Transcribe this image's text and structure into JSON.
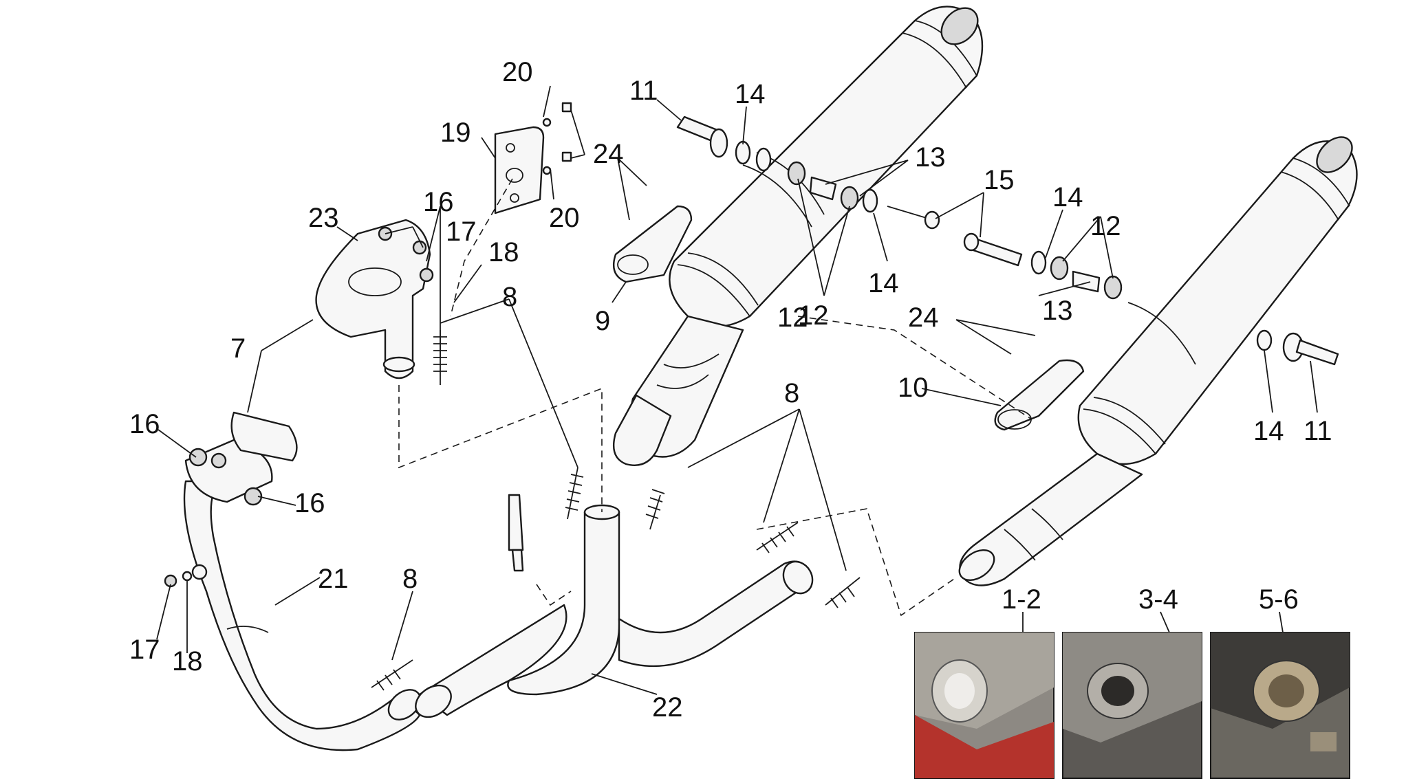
{
  "callouts": {
    "c1_2": "1-2",
    "c3_4": "3-4",
    "c5_6": "5-6",
    "c7": "7",
    "c8": "8",
    "c9": "9",
    "c10": "10",
    "c11": "11",
    "c12": "12",
    "c13": "13",
    "c14": "14",
    "c15": "15",
    "c16": "16",
    "c17": "17",
    "c18": "18",
    "c19": "19",
    "c20": "20",
    "c21": "21",
    "c22": "22",
    "c23": "23",
    "c24": "24"
  },
  "colors": {
    "line": "#1a1a1a",
    "background": "#ffffff",
    "photo_metal": "#a8a49c",
    "photo_red": "#b4332c",
    "photo_dark": "#2c2a28"
  }
}
